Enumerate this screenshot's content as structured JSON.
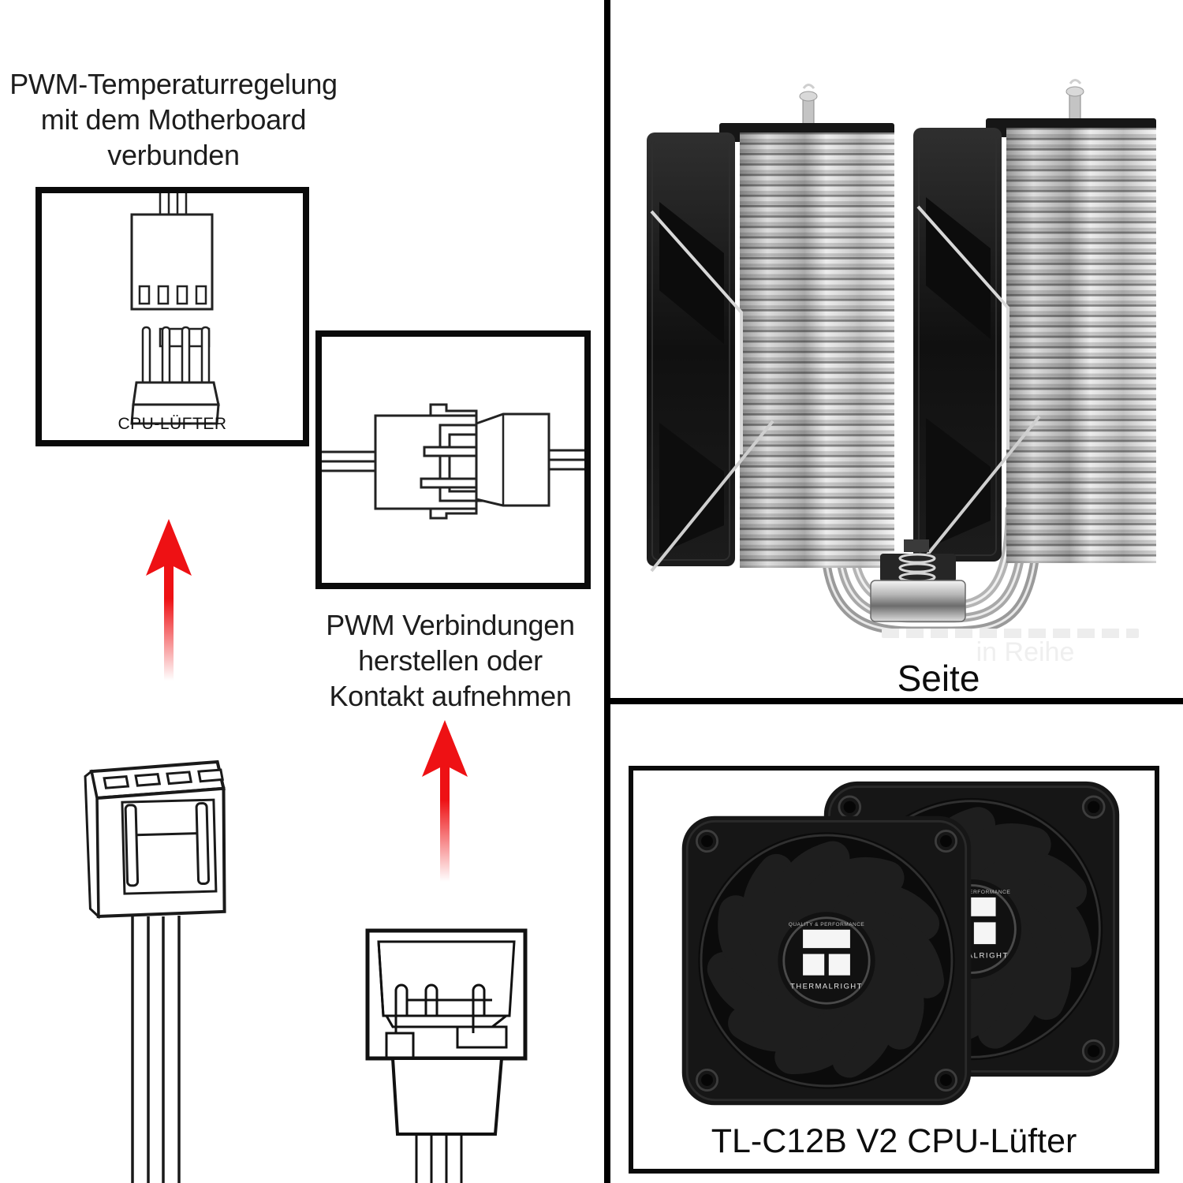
{
  "colors": {
    "arrow_red": "#ee1114",
    "line_black": "#0a0a0a"
  },
  "left_panel": {
    "title_lines": [
      "PWM-Temperaturregelung",
      "mit dem Motherboard",
      "verbunden"
    ],
    "connector_label": "CPU-LÜFTER",
    "instruction_lines": [
      "PWM Verbindungen",
      "herstellen oder",
      "Kontakt aufnehmen"
    ]
  },
  "side_view": {
    "caption": "Seite",
    "watermark": "in Reihe"
  },
  "fan_box": {
    "caption": "TL-C12B V2 CPU-Lüfter",
    "hub": {
      "tagline": "QUALITY & PERFORMANCE",
      "brand": "THERMALRIGHT"
    }
  }
}
